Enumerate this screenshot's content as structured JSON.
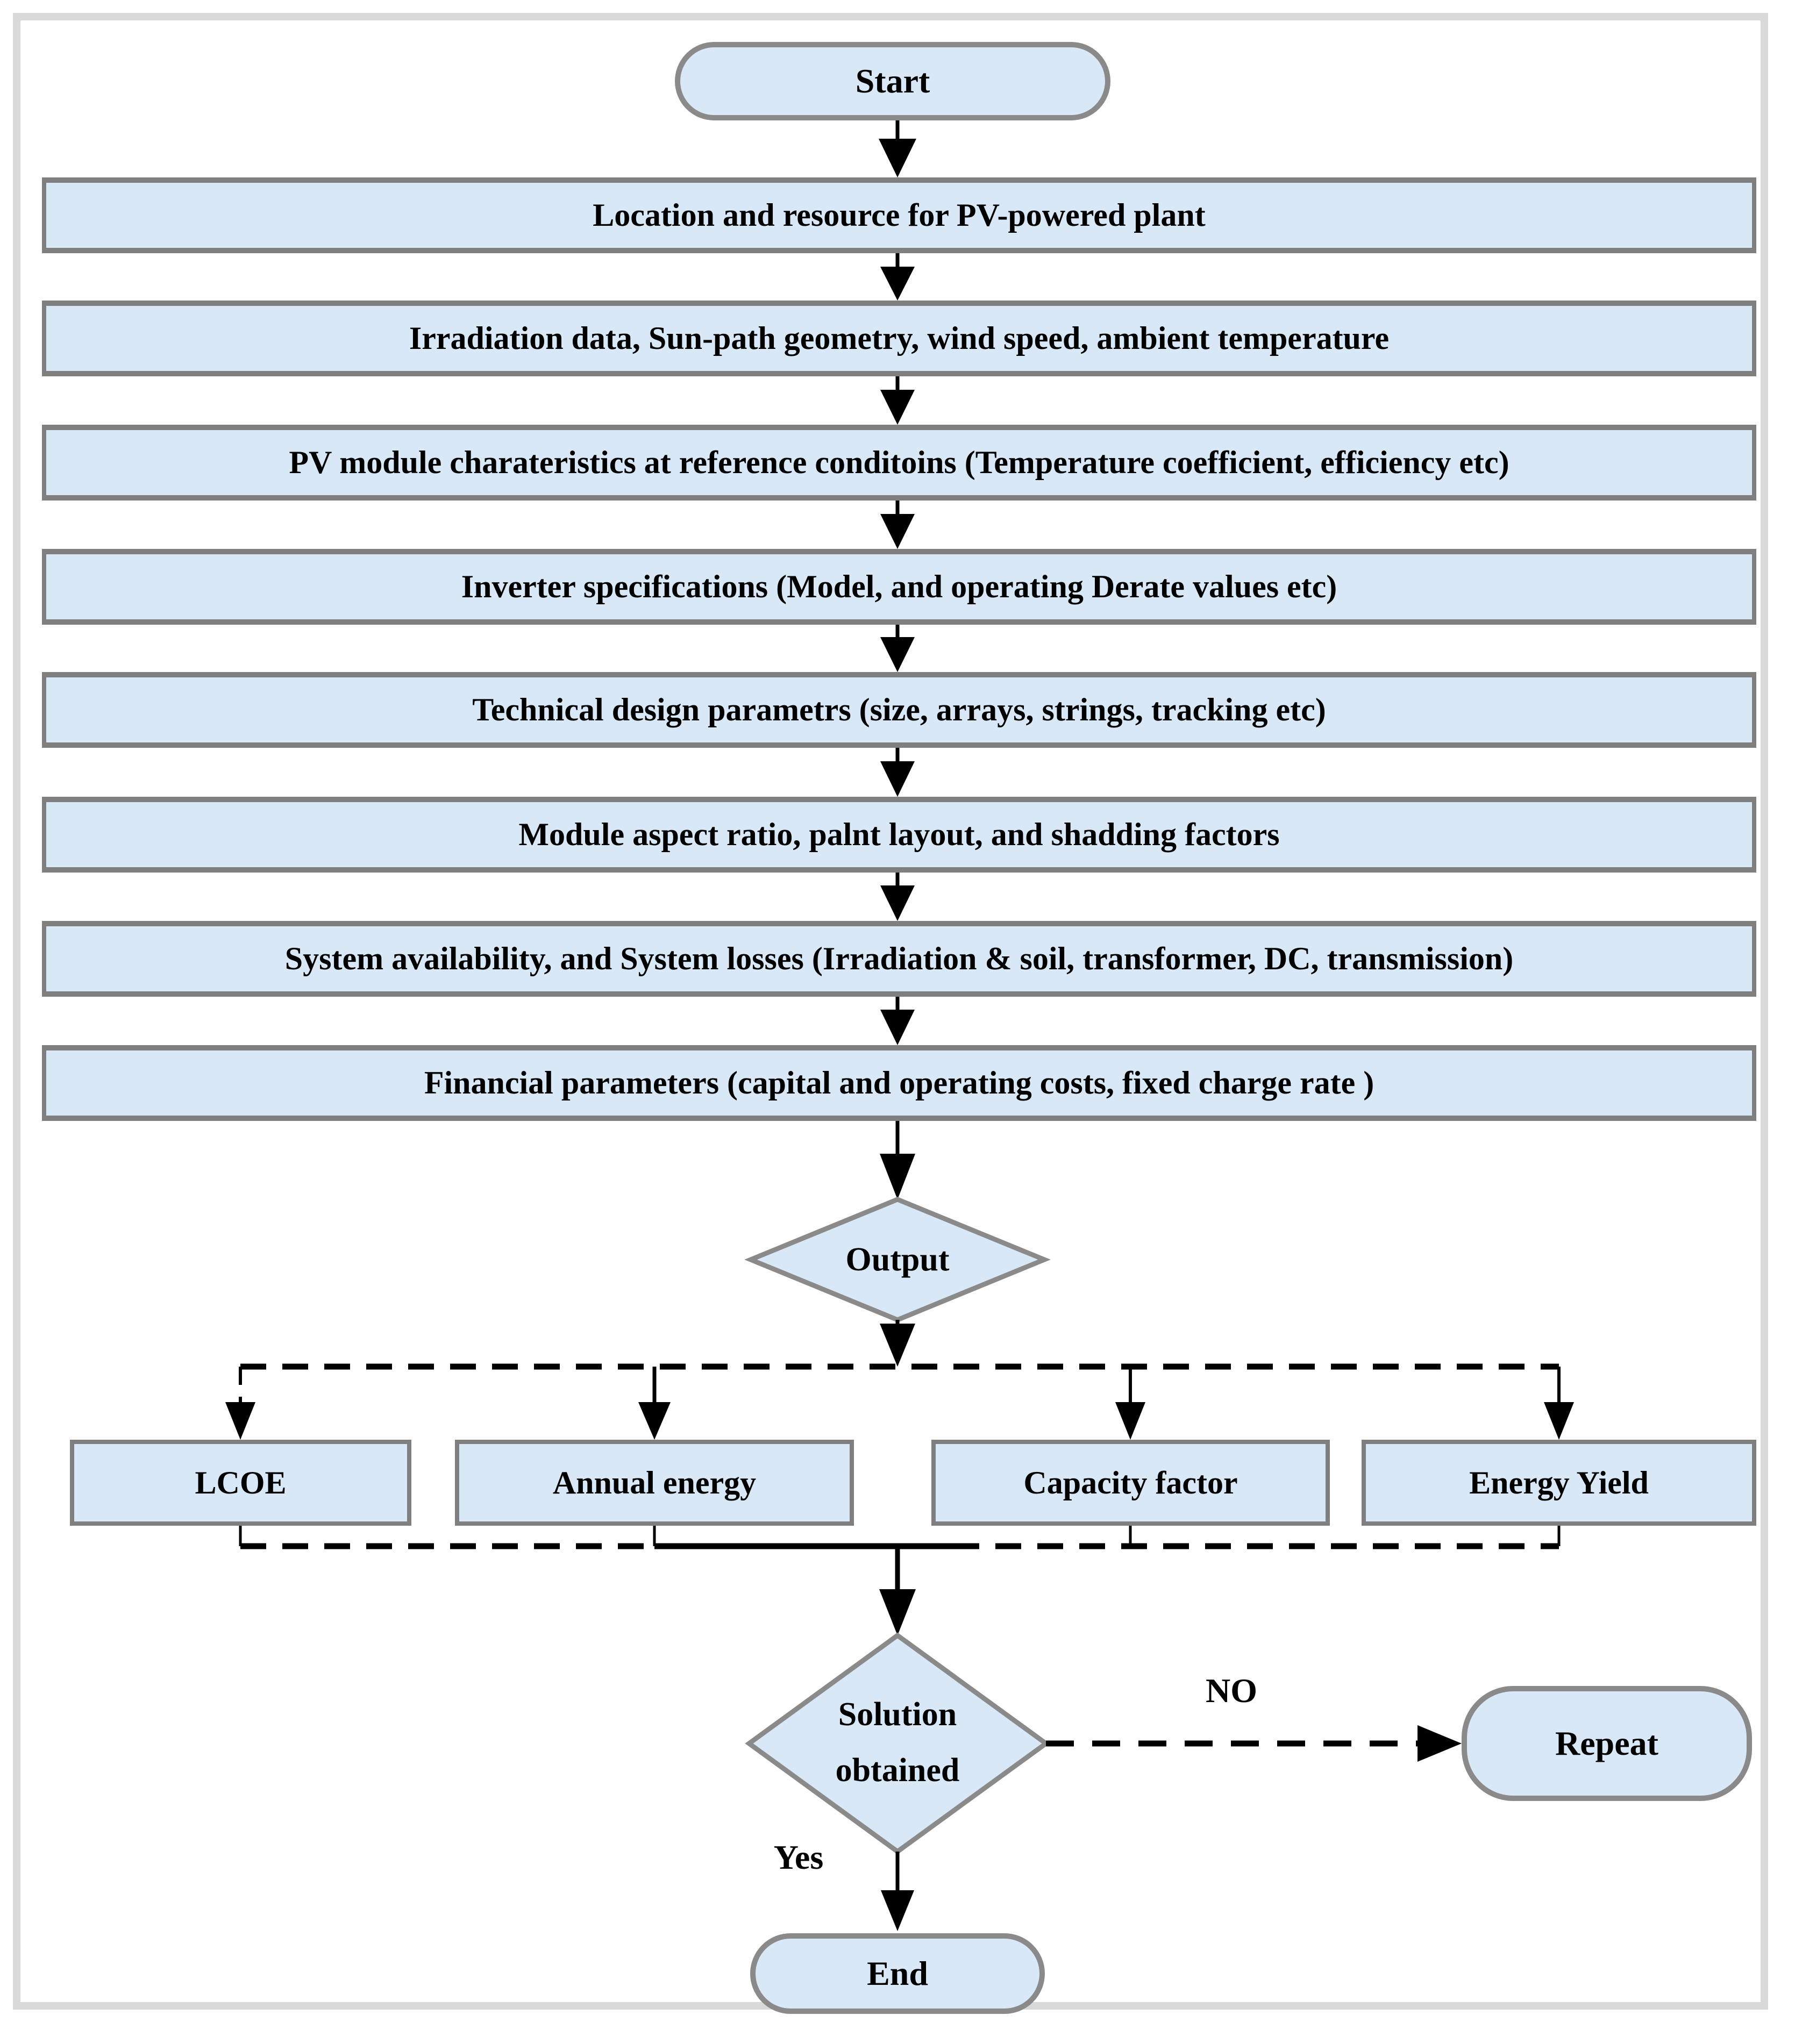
{
  "flow": {
    "start_label": "Start",
    "steps": [
      "Location and resource for PV-powered  plant",
      "Irradiation data, Sun-path geometry, wind speed, ambient temperature",
      "PV module charateristics at reference conditoins (Temperature coefficient, efficiency etc)",
      "Inverter specifications (Model, and operating Derate values etc)",
      "Technical design parametrs (size, arrays, strings, tracking etc)",
      "Module aspect ratio, palnt layout, and shadding factors",
      "System availability, and System losses (Irradiation & soil, transformer, DC, transmission)",
      "Financial parameters (capital and operating costs, fixed charge rate )"
    ],
    "output_decision_label": "Output",
    "outputs": [
      "LCOE",
      "Annual energy",
      "Capacity factor",
      "Energy Yield"
    ],
    "solution_decision": {
      "line1": "Solution",
      "line2": "obtained"
    },
    "no_label": "NO",
    "yes_label": "Yes",
    "repeat_label": "Repeat",
    "end_label": "End"
  },
  "colors": {
    "node_fill": "#d9e8f6",
    "box_border": "#7f7f7f",
    "rounded_border": "#8a8a8a",
    "frame_border": "#d9d9d9",
    "connector": "#000000",
    "text": "#000000"
  }
}
